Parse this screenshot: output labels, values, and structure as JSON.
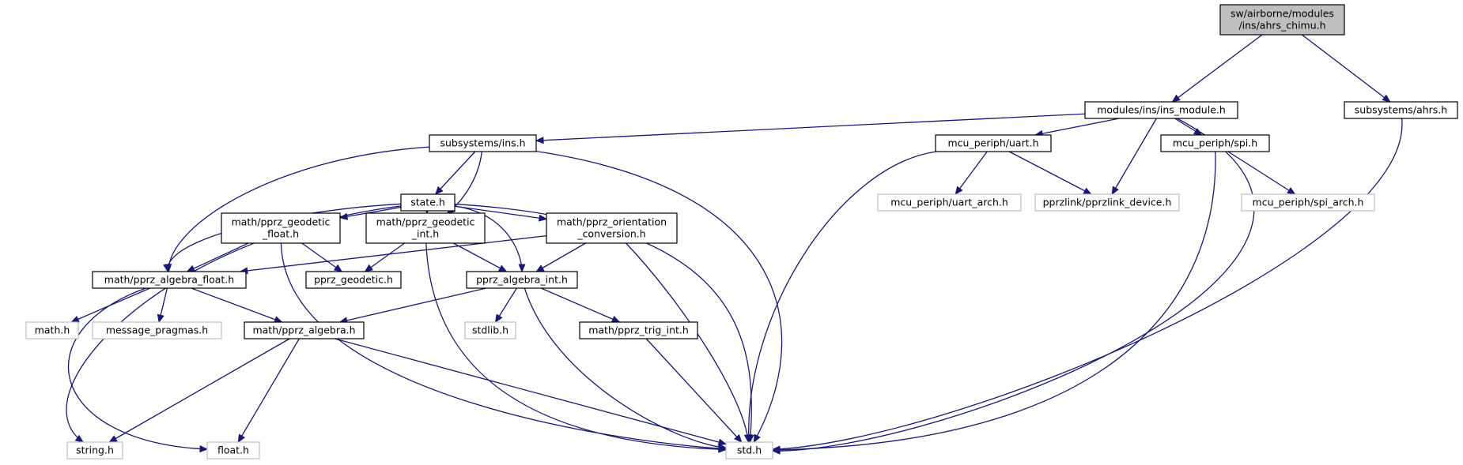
{
  "colors": {
    "edge": "#191970",
    "node_border": "#000000",
    "missing_border": "#bfbfbf",
    "root_fill": "#bfbfbf",
    "node_fill": "#ffffff"
  },
  "nodes": [
    {
      "id": "root",
      "lines": [
        "sw/airborne/modules",
        "/ins/ahrs_chimu.h"
      ],
      "kind": "root"
    },
    {
      "id": "ins_module",
      "lines": [
        "modules/ins/ins_module.h"
      ],
      "kind": "normal"
    },
    {
      "id": "ahrs",
      "lines": [
        "subsystems/ahrs.h"
      ],
      "kind": "normal"
    },
    {
      "id": "ins",
      "lines": [
        "subsystems/ins.h"
      ],
      "kind": "normal"
    },
    {
      "id": "uart",
      "lines": [
        "mcu_periph/uart.h"
      ],
      "kind": "normal"
    },
    {
      "id": "spi",
      "lines": [
        "mcu_periph/spi.h"
      ],
      "kind": "normal"
    },
    {
      "id": "state",
      "lines": [
        "state.h"
      ],
      "kind": "normal"
    },
    {
      "id": "uart_arch",
      "lines": [
        "mcu_periph/uart_arch.h"
      ],
      "kind": "missing"
    },
    {
      "id": "pprzlink_device",
      "lines": [
        "pprzlink/pprzlink_device.h"
      ],
      "kind": "missing"
    },
    {
      "id": "spi_arch",
      "lines": [
        "mcu_periph/spi_arch.h"
      ],
      "kind": "missing"
    },
    {
      "id": "geodetic_float",
      "lines": [
        "math/pprz_geodetic",
        "_float.h"
      ],
      "kind": "normal"
    },
    {
      "id": "geodetic_int",
      "lines": [
        "math/pprz_geodetic",
        "_int.h"
      ],
      "kind": "normal"
    },
    {
      "id": "orientation",
      "lines": [
        "math/pprz_orientation",
        "_conversion.h"
      ],
      "kind": "normal"
    },
    {
      "id": "algebra_float",
      "lines": [
        "math/pprz_algebra_float.h"
      ],
      "kind": "normal"
    },
    {
      "id": "pprz_geodetic",
      "lines": [
        "pprz_geodetic.h"
      ],
      "kind": "normal"
    },
    {
      "id": "algebra_int",
      "lines": [
        "pprz_algebra_int.h"
      ],
      "kind": "normal"
    },
    {
      "id": "math_h",
      "lines": [
        "math.h"
      ],
      "kind": "missing"
    },
    {
      "id": "message_pragmas",
      "lines": [
        "message_pragmas.h"
      ],
      "kind": "missing"
    },
    {
      "id": "algebra",
      "lines": [
        "math/pprz_algebra.h"
      ],
      "kind": "normal"
    },
    {
      "id": "stdlib",
      "lines": [
        "stdlib.h"
      ],
      "kind": "missing"
    },
    {
      "id": "trig_int",
      "lines": [
        "math/pprz_trig_int.h"
      ],
      "kind": "normal"
    },
    {
      "id": "string_h",
      "lines": [
        "string.h"
      ],
      "kind": "missing"
    },
    {
      "id": "float_h",
      "lines": [
        "float.h"
      ],
      "kind": "missing"
    },
    {
      "id": "std_h",
      "lines": [
        "std.h"
      ],
      "kind": "missing"
    }
  ],
  "edges": [
    {
      "from": "root",
      "to": "ins_module"
    },
    {
      "from": "root",
      "to": "ahrs"
    },
    {
      "from": "ins_module",
      "to": "ins"
    },
    {
      "from": "ins_module",
      "to": "uart"
    },
    {
      "from": "ins_module",
      "to": "spi"
    },
    {
      "from": "ins_module",
      "to": "pprzlink_device"
    },
    {
      "from": "ins_module",
      "to": "std_h"
    },
    {
      "from": "ahrs",
      "to": "std_h"
    },
    {
      "from": "uart",
      "to": "uart_arch"
    },
    {
      "from": "uart",
      "to": "pprzlink_device"
    },
    {
      "from": "uart",
      "to": "std_h"
    },
    {
      "from": "spi",
      "to": "spi_arch"
    },
    {
      "from": "spi",
      "to": "std_h"
    },
    {
      "from": "ins",
      "to": "state"
    },
    {
      "from": "ins",
      "to": "geodetic_int"
    },
    {
      "from": "ins",
      "to": "algebra_float"
    },
    {
      "from": "ins",
      "to": "std_h"
    },
    {
      "from": "state",
      "to": "geodetic_float"
    },
    {
      "from": "state",
      "to": "geodetic_int"
    },
    {
      "from": "state",
      "to": "orientation"
    },
    {
      "from": "state",
      "to": "algebra_float"
    },
    {
      "from": "state",
      "to": "algebra_int"
    },
    {
      "from": "state",
      "to": "string_h"
    },
    {
      "from": "state",
      "to": "std_h"
    },
    {
      "from": "geodetic_float",
      "to": "algebra_float"
    },
    {
      "from": "geodetic_float",
      "to": "pprz_geodetic"
    },
    {
      "from": "geodetic_float",
      "to": "std_h"
    },
    {
      "from": "geodetic_int",
      "to": "pprz_geodetic"
    },
    {
      "from": "geodetic_int",
      "to": "algebra_int"
    },
    {
      "from": "geodetic_int",
      "to": "std_h"
    },
    {
      "from": "orientation",
      "to": "algebra_float"
    },
    {
      "from": "orientation",
      "to": "algebra_int"
    },
    {
      "from": "orientation",
      "to": "std_h"
    },
    {
      "from": "algebra_float",
      "to": "math_h"
    },
    {
      "from": "algebra_float",
      "to": "message_pragmas"
    },
    {
      "from": "algebra_float",
      "to": "algebra"
    },
    {
      "from": "algebra_float",
      "to": "float_h"
    },
    {
      "from": "algebra_int",
      "to": "algebra"
    },
    {
      "from": "algebra_int",
      "to": "stdlib"
    },
    {
      "from": "algebra_int",
      "to": "trig_int"
    },
    {
      "from": "algebra_int",
      "to": "std_h"
    },
    {
      "from": "algebra",
      "to": "string_h"
    },
    {
      "from": "algebra",
      "to": "float_h"
    },
    {
      "from": "algebra",
      "to": "std_h"
    },
    {
      "from": "trig_int",
      "to": "std_h"
    }
  ]
}
